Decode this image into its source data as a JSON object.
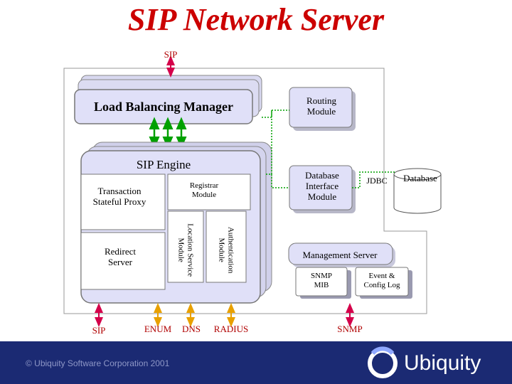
{
  "title": "SIP Network Server",
  "labels": {
    "sip_top": "SIP",
    "load_balancing_manager": "Load Balancing Manager",
    "routing_module": "Routing Module",
    "sip_engine": "SIP Engine",
    "transaction_stateful_proxy": "Transaction Stateful Proxy",
    "registrar_module": "Registrar Module",
    "redirect_server": "Redirect Server",
    "location_service_module": "Location Service Module",
    "authentication_module": "Authentication Module",
    "database_interface_module": "Database Interface Module",
    "jdbc": "JDBC",
    "database": "Database",
    "management_server": "Management Server",
    "snmp_mib": "SNMP MIB",
    "event_config_log": "Event & Config Log",
    "sip_bottom": "SIP",
    "enum": "ENUM",
    "dns": "DNS",
    "radius": "RADIUS",
    "snmp": "SNMP"
  },
  "footer": {
    "copyright": "© Ubiquity Software Corporation 2001",
    "brand": "Ubiquity"
  },
  "colors": {
    "title": "#cc0000",
    "box_fill": "#e0e0f8",
    "footer": "#1b2a73",
    "arrow_red": "#d4004a",
    "arrow_green": "#00a000",
    "arrow_orange": "#e8a000"
  }
}
